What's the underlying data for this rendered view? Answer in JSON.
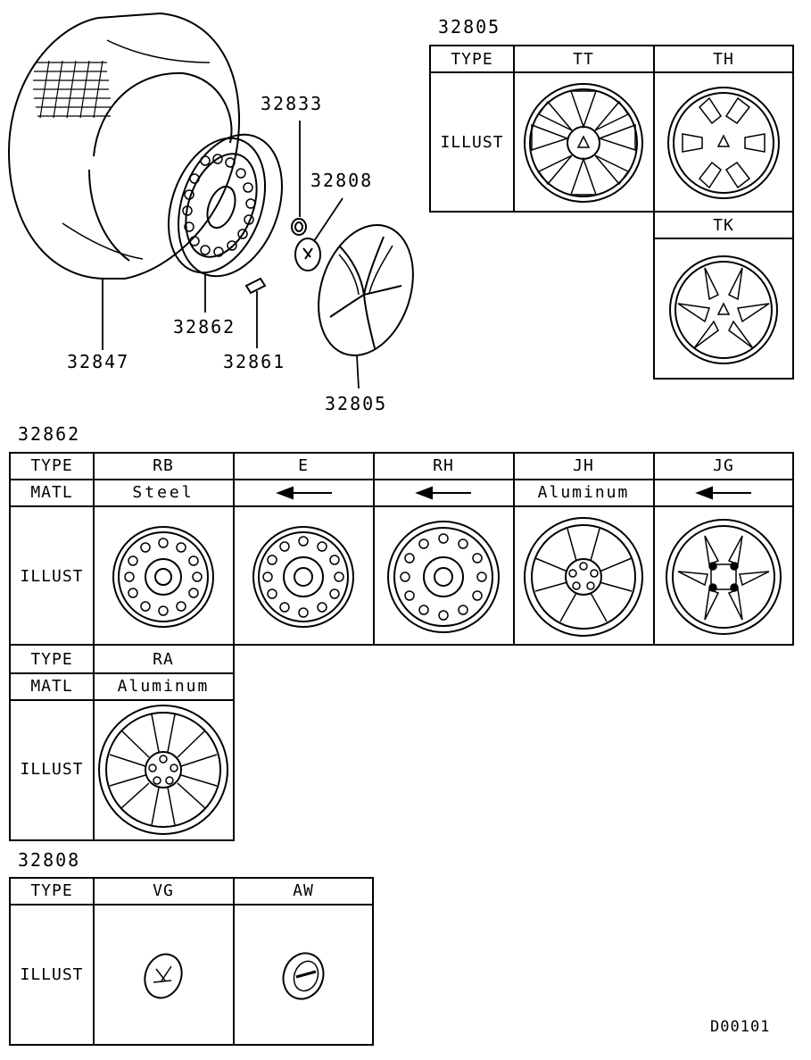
{
  "exploded_view": {
    "callouts": [
      {
        "id": "32833",
        "text": "32833"
      },
      {
        "id": "32808",
        "text": "32808"
      },
      {
        "id": "32862",
        "text": "32862"
      },
      {
        "id": "32861",
        "text": "32861"
      },
      {
        "id": "32847",
        "text": "32847"
      },
      {
        "id": "32805",
        "text": "32805"
      }
    ]
  },
  "table_32805": {
    "title": "32805",
    "type_label": "TYPE",
    "illust_label": "ILLUST",
    "types": [
      "TT",
      "TH",
      "TK"
    ]
  },
  "table_32862": {
    "title": "32862",
    "type_label": "TYPE",
    "matl_label": "MATL",
    "illust_label": "ILLUST",
    "row1_types": [
      "RB",
      "E",
      "RH",
      "JH",
      "JG"
    ],
    "row1_matl": [
      "Steel",
      "",
      "",
      "Aluminum",
      ""
    ],
    "row2_types": [
      "RA"
    ],
    "row2_matl": [
      "Aluminum"
    ]
  },
  "table_32808": {
    "title": "32808",
    "type_label": "TYPE",
    "illust_label": "ILLUST",
    "types": [
      "VG",
      "AW"
    ]
  },
  "figure_code": "D00101"
}
